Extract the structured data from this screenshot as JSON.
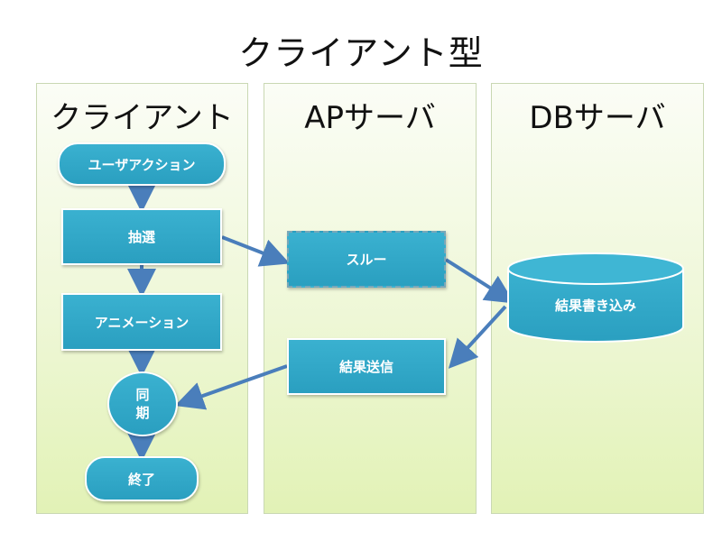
{
  "title": "クライアント型",
  "lanes": {
    "client": "クライアント",
    "ap": "APサーバ",
    "db": "DBサーバ"
  },
  "nodes": {
    "user_action": "ユーザアクション",
    "lottery": "抽選",
    "animation": "アニメーション",
    "sync_line1": "同",
    "sync_line2": "期",
    "end": "終了",
    "through": "スルー",
    "send_result": "結果送信",
    "write_result": "結果書き込み"
  },
  "colors": {
    "node_fill": "#2ea3c4",
    "arrow": "#4a7ebb",
    "lane_bottom": "#e2f2b6"
  }
}
